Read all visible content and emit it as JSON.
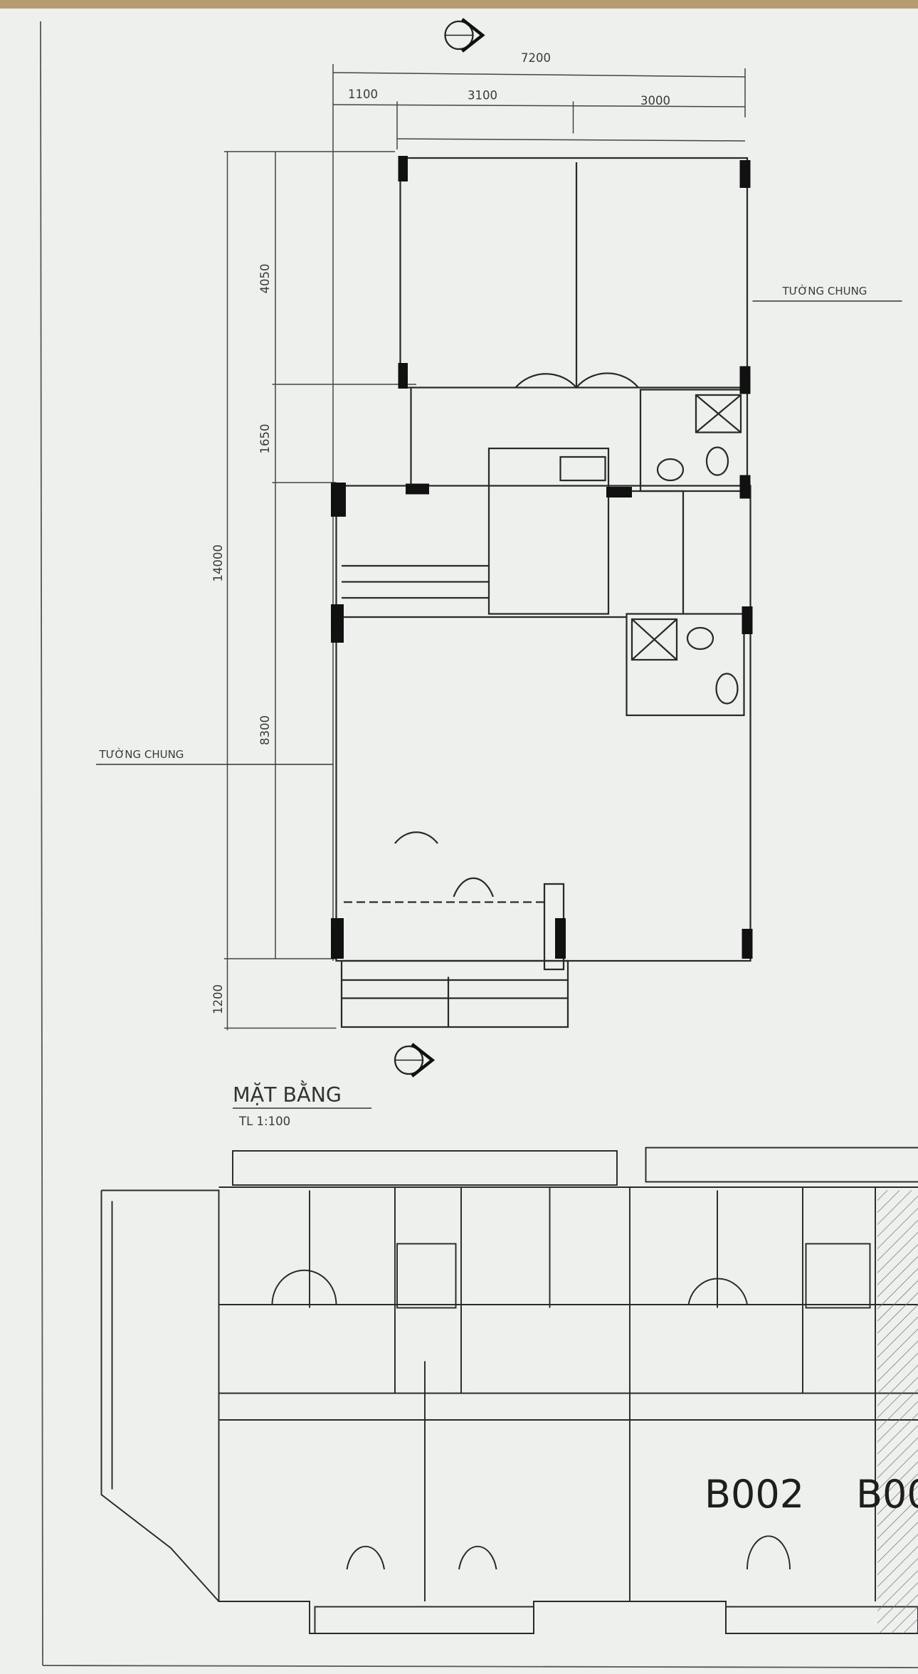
{
  "drawing": {
    "dimensions_top": {
      "total": "7200",
      "segments": [
        "1100",
        "3100",
        "3000"
      ]
    },
    "dimensions_left": {
      "total": "14000",
      "segments": [
        "4050",
        "1650",
        "8300",
        "1200"
      ]
    },
    "shared_wall_label_right": "TƯỜNG CHUNG",
    "shared_wall_label_left": "TƯỜNG CHUNG",
    "plan_title": "MẶT BẰNG",
    "plan_scale": "TL 1:100",
    "units": [
      "B002",
      "B00"
    ]
  },
  "colors": {
    "paper": "#eef0ee",
    "ink": "#2a2a2a",
    "wood_edge": "#b89a70"
  }
}
